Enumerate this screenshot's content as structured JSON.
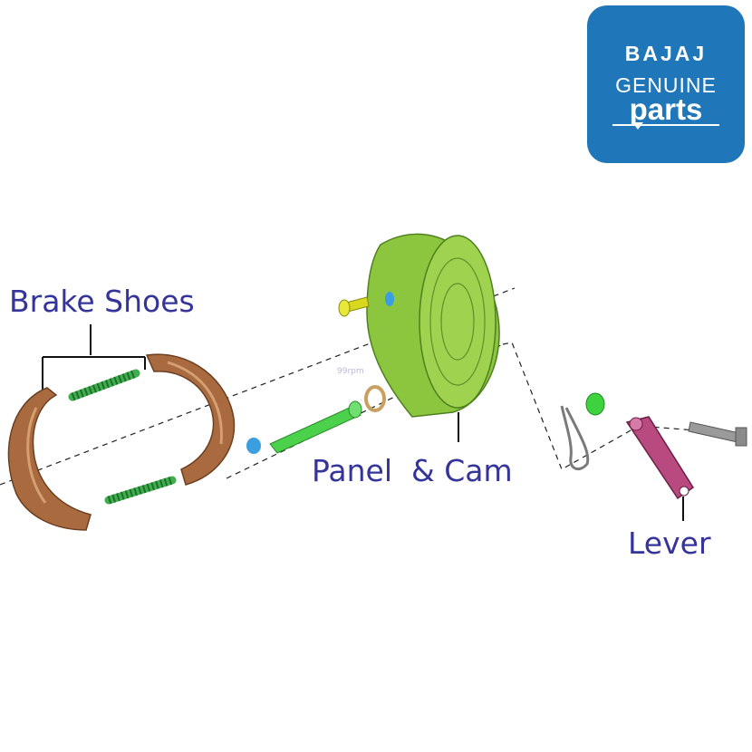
{
  "labels": {
    "brake_shoes": "Brake Shoes",
    "panel_cam": "Panel  & Cam",
    "lever": "Lever"
  },
  "logo": {
    "brand": "BAJAJ",
    "line2": "GENUINE",
    "line3": "parts",
    "background": "#1f76b9"
  },
  "watermark": "99rpm",
  "colors": {
    "label_text": "#34349a",
    "brake_shoe": "#a86a3e",
    "spring": "#3fae4f",
    "panel": "#8cc63f",
    "pin": "#d8d81e",
    "cam": "#4cd14c",
    "washer": "#c8a060",
    "clip": "#3a9ee0",
    "lever": "#a0336a",
    "bolt": "#9a9a9a"
  }
}
